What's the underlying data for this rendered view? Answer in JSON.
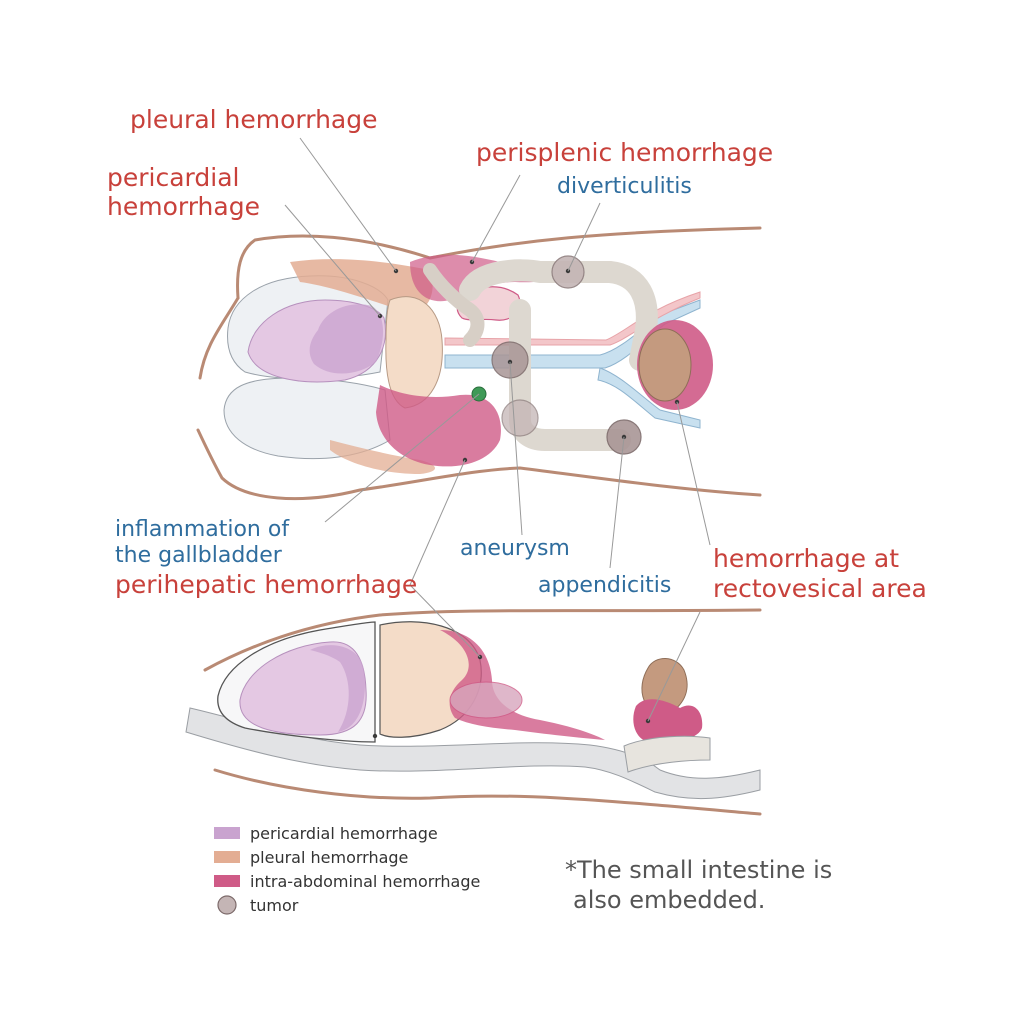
{
  "labels": {
    "pleural_hemorrhage": "pleural hemorrhage",
    "perisplenic_hemorrhage": "perisplenic hemorrhage",
    "diverticulitis": "diverticulitis",
    "pericardial_line1": "pericardial",
    "pericardial_line2": "hemorrhage",
    "gallbladder_line1": "inflammation of",
    "gallbladder_line2": "the gallbladder",
    "perihepatic_hemorrhage": "perihepatic hemorrhage",
    "aneurysm": "aneurysm",
    "appendicitis": "appendicitis",
    "rectovesical_line1": "hemorrhage at",
    "rectovesical_line2": "rectovesical area"
  },
  "legend": [
    {
      "label": "pericardial hemorrhage",
      "color": "#c9a3cf",
      "shape": "square"
    },
    {
      "label": "pleural hemorrhage",
      "color": "#e3ad93",
      "shape": "square"
    },
    {
      "label": "intra-abdominal hemorrhage",
      "color": "#cf5b87",
      "shape": "square"
    },
    {
      "label": "tumor",
      "color": "#c4b5b5",
      "shape": "circle"
    }
  ],
  "note": {
    "line1": "*The small intestine is",
    "line2": "also embedded."
  },
  "colors": {
    "label_red": "#c8413b",
    "label_blue": "#2f6d9e",
    "body_outline": "#b98a74",
    "pericardial": "#c9a3cf",
    "pleural": "#e3ad93",
    "intra_abdominal": "#cf5b87",
    "tumor": "#c4b5b5",
    "lung": "#eef1f4",
    "heart": "#e4c8e3",
    "liver": "#f4dcc8",
    "aorta": "#c8e0ef",
    "spine": "#e2e3e5",
    "gallbladder": "#3f9a57"
  }
}
